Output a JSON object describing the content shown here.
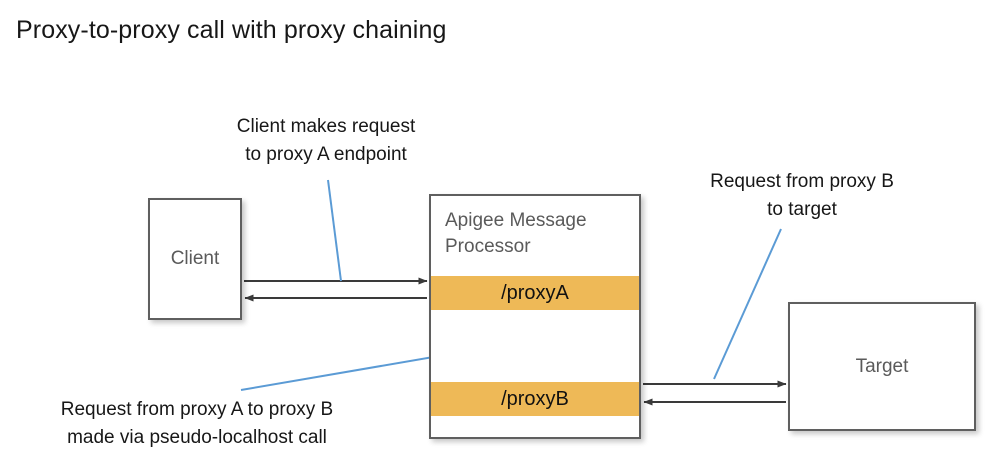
{
  "page": {
    "title": "Proxy-to-proxy call with proxy chaining",
    "background_color": "#ffffff"
  },
  "colors": {
    "proxy_band": "#EEB957",
    "box_border": "#5f5f5f",
    "box_fill": "#ffffff",
    "box_label": "#5a5a5a",
    "annotation_text": "#171717",
    "leader_line": "#5B9BD5",
    "arrow": "#3a3a3a"
  },
  "nodes": {
    "client": {
      "label": "Client"
    },
    "message_processor": {
      "title": "Apigee Message\nProcessor",
      "proxy_a": "/proxyA",
      "proxy_b": "/proxyB"
    },
    "target": {
      "label": "Target"
    }
  },
  "annotations": {
    "client_request": "Client makes request\nto proxy A endpoint",
    "target_request": "Request from proxy B\nto target",
    "proxy_chain": "Request from proxy A to proxy B\nmade via pseudo-localhost call"
  },
  "connections": [
    {
      "name": "client-to-proxy-a",
      "from": "client",
      "to": "proxyA",
      "direction": "right"
    },
    {
      "name": "proxy-a-to-client",
      "from": "proxyA",
      "to": "client",
      "direction": "left"
    },
    {
      "name": "proxy-a-to-proxy-b",
      "from": "proxyA",
      "to": "proxyB",
      "direction": "down"
    },
    {
      "name": "proxy-b-to-proxy-a",
      "from": "proxyB",
      "to": "proxyA",
      "direction": "up"
    },
    {
      "name": "proxy-b-to-target",
      "from": "proxyB",
      "to": "target",
      "direction": "right"
    },
    {
      "name": "target-to-proxy-b",
      "from": "target",
      "to": "proxyB",
      "direction": "left"
    }
  ]
}
